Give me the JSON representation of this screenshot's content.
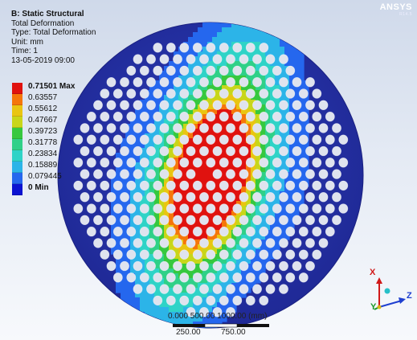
{
  "header": {
    "title": "B: Static Structural",
    "result": "Total Deformation",
    "type": "Type: Total Deformation",
    "unit": "Unit: mm",
    "time": "Time: 1",
    "date": "13-05-2019 09:00"
  },
  "legend": {
    "entries": [
      {
        "label": "0.71501 Max",
        "color": "#e0120f"
      },
      {
        "label": "0.63557",
        "color": "#f5760a"
      },
      {
        "label": "0.55612",
        "color": "#e9c512"
      },
      {
        "label": "0.47667",
        "color": "#c8d61a"
      },
      {
        "label": "0.39723",
        "color": "#36c83e"
      },
      {
        "label": "0.31778",
        "color": "#2fd088"
      },
      {
        "label": "0.23834",
        "color": "#2fd3c7"
      },
      {
        "label": "0.15889",
        "color": "#2cb4e8"
      },
      {
        "label": "0.079445",
        "color": "#2567ee"
      },
      {
        "label": "0 Min",
        "color": "#0b12d1"
      }
    ]
  },
  "brand": {
    "logo": "ANSYS",
    "version": "R14.5"
  },
  "scale": {
    "title": "0.000   500.00   1000.00 (mm)",
    "left": "250.00",
    "right": "750.00"
  },
  "triad": {
    "x": "X",
    "y": "Y",
    "z": "Z"
  },
  "colors": {
    "plate": "#2733a8",
    "hole": "#dfe3ee",
    "max": "#e0120f",
    "min": "#0b12d1"
  }
}
